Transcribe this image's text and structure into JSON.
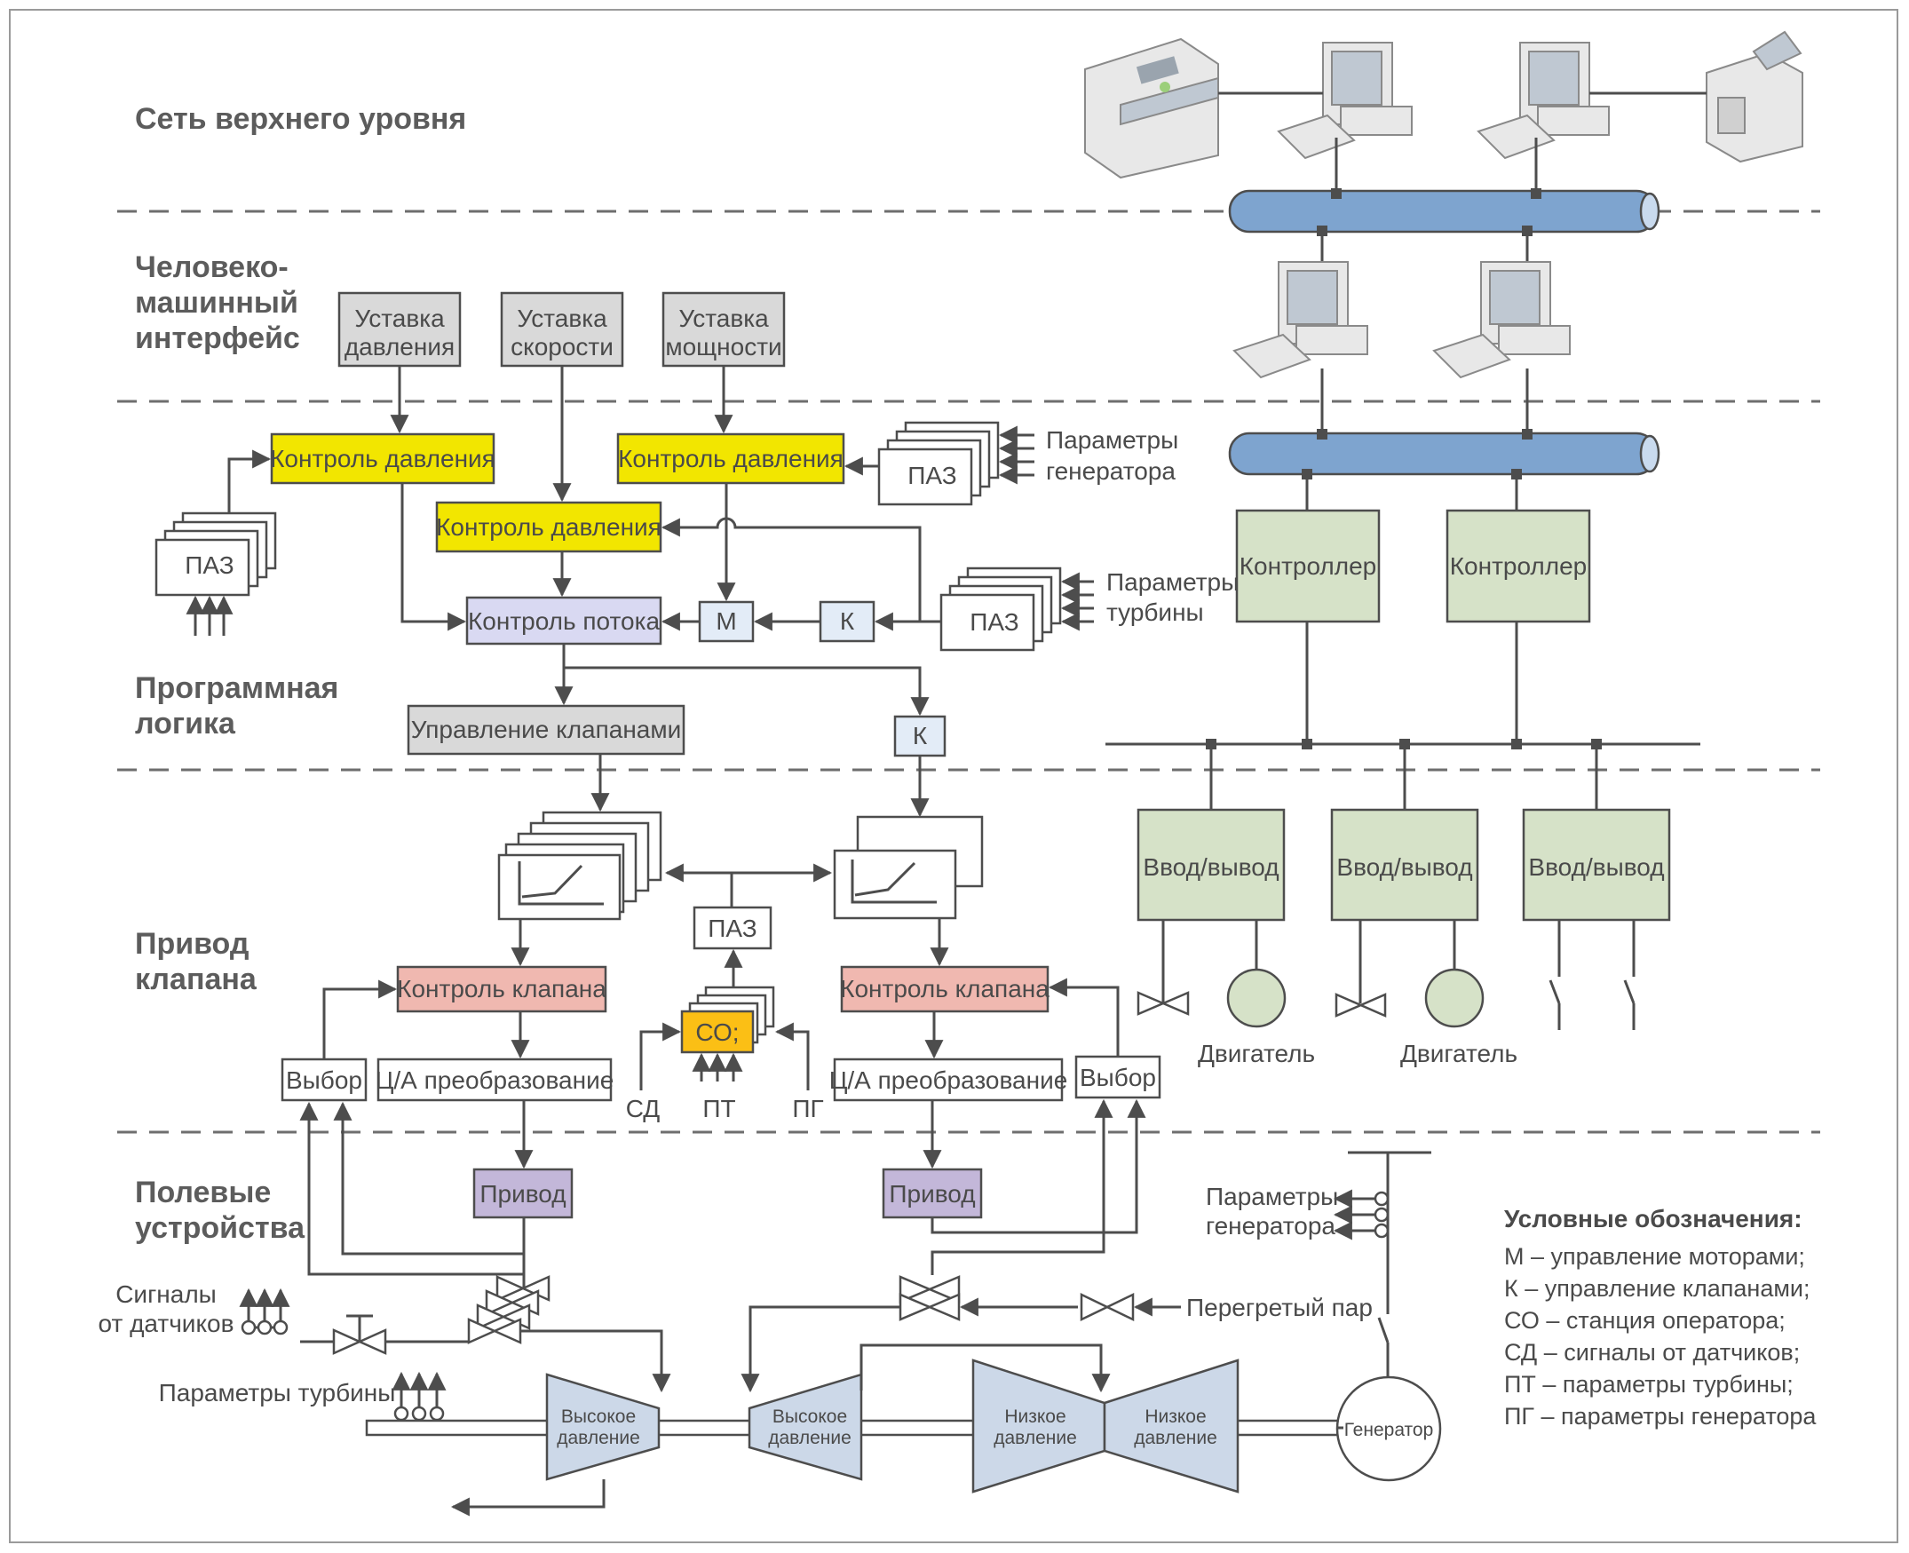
{
  "levels": {
    "upper_network": "Сеть верхнего уровня",
    "hmi_1": "Человеко-",
    "hmi_2": "машинный",
    "hmi_3": "интерфейс",
    "logic_1": "Программная",
    "logic_2": "логика",
    "drive_1": "Привод",
    "drive_2": "клапана",
    "field_1": "Полевые",
    "field_2": "устройства"
  },
  "setpoints": {
    "pressure_1": "Уставка",
    "pressure_2": "давления",
    "speed_1": "Уставка",
    "speed_2": "скорости",
    "power_1": "Уставка",
    "power_2": "мощности"
  },
  "logic": {
    "pressure_ctrl_left": "Контроль давления",
    "pressure_ctrl_mid": "Контроль давления",
    "pressure_ctrl_right": "Контроль давления",
    "flow_ctrl": "Контроль потока",
    "m_box": "М",
    "k_box": "К",
    "k_box_2": "К",
    "valve_mgmt": "Управление клапанами",
    "paz_left": "ПАЗ",
    "paz_gen": "ПАЗ",
    "paz_turb": "ПАЗ",
    "gen_params_1": "Параметры",
    "gen_params_2": "генератора",
    "turb_params_1": "Параметры",
    "turb_params_2": "турбины"
  },
  "drive": {
    "paz_center": "ПАЗ",
    "valve_ctrl_left": "Контроль клапана",
    "valve_ctrl_right": "Контроль клапана",
    "select_left": "Выбор",
    "select_right": "Выбор",
    "da_left": "Ц/А преобразование",
    "da_right": "Ц/А преобразование",
    "co": "СО;",
    "sd": "СД",
    "pt": "ПТ",
    "pg": "ПГ"
  },
  "field": {
    "actuator_left": "Привод",
    "actuator_right": "Привод",
    "sensor_signals_1": "Сигналы",
    "sensor_signals_2": "от датчиков",
    "turbine_params": "Параметры турбины",
    "gen_params_1": "Параметры",
    "gen_params_2": "генератора",
    "superheated_steam": "Перегретый пар",
    "hp1_1": "Высокое",
    "hp1_2": "давление",
    "hp2_1": "Высокое",
    "hp2_2": "давление",
    "lp1_1": "Низкое",
    "lp1_2": "давление",
    "lp2_1": "Низкое",
    "lp2_2": "давление",
    "generator": "Генератор"
  },
  "network": {
    "controller_1": "Контроллер",
    "controller_2": "Контроллер",
    "io_1": "Ввод/вывод",
    "io_2": "Ввод/вывод",
    "io_3": "Ввод/вывод",
    "motor_1": "Двигатель",
    "motor_2": "Двигатель"
  },
  "legend": {
    "title": "Условные обозначения:",
    "m": "М – управление моторами;",
    "k": "К – управление клапанами;",
    "co": "СО – станция оператора;",
    "sd": "СД – сигналы от датчиков;",
    "pt": "ПТ – параметры турбины;",
    "pg": "ПГ – параметры генератора"
  },
  "colors": {
    "yellow": "#f2e600",
    "lavender": "#d9d9f2",
    "pink": "#f0b8b0",
    "purple": "#c3b7d9",
    "orange": "#fbbf15",
    "green": "#d6e2c8",
    "turbine_blue": "#ccd8e8",
    "pipe_blue": "#7ea4cf"
  }
}
